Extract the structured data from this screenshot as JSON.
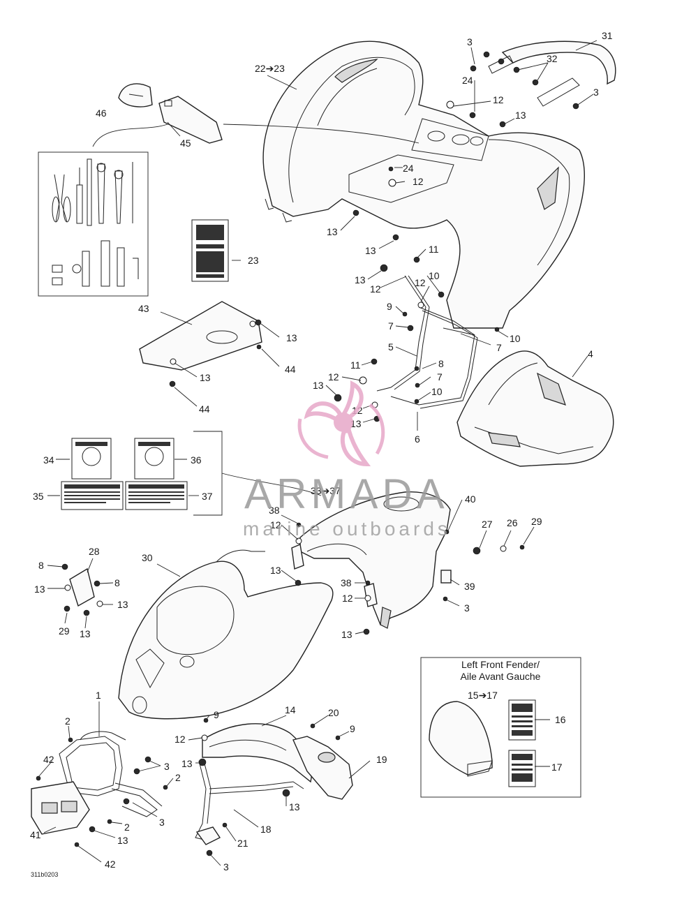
{
  "drawing_code": "311b0203",
  "callouts": [
    {
      "id": "c31",
      "text": "31"
    },
    {
      "id": "c3a",
      "text": "3"
    },
    {
      "id": "c32",
      "text": "32"
    },
    {
      "id": "c2223",
      "text": "22➔23"
    },
    {
      "id": "c24a",
      "text": "24"
    },
    {
      "id": "c3b",
      "text": "3"
    },
    {
      "id": "c12a",
      "text": "12"
    },
    {
      "id": "c13a",
      "text": "13"
    },
    {
      "id": "c46",
      "text": "46"
    },
    {
      "id": "c45",
      "text": "45"
    },
    {
      "id": "c24b",
      "text": "24"
    },
    {
      "id": "c12b",
      "text": "12"
    },
    {
      "id": "c13b",
      "text": "13"
    },
    {
      "id": "c13c",
      "text": "13"
    },
    {
      "id": "c23",
      "text": "23"
    },
    {
      "id": "c11a",
      "text": "11"
    },
    {
      "id": "c13d",
      "text": "13"
    },
    {
      "id": "c10a",
      "text": "10"
    },
    {
      "id": "c12c",
      "text": "12"
    },
    {
      "id": "c12d",
      "text": "12"
    },
    {
      "id": "c9a",
      "text": "9"
    },
    {
      "id": "c7a",
      "text": "7"
    },
    {
      "id": "c10b",
      "text": "10"
    },
    {
      "id": "c43",
      "text": "43"
    },
    {
      "id": "c13e",
      "text": "13"
    },
    {
      "id": "c7b",
      "text": "7"
    },
    {
      "id": "c5",
      "text": "5"
    },
    {
      "id": "c4",
      "text": "4"
    },
    {
      "id": "c44a",
      "text": "44"
    },
    {
      "id": "c13f",
      "text": "13"
    },
    {
      "id": "c11b",
      "text": "11"
    },
    {
      "id": "c8a",
      "text": "8"
    },
    {
      "id": "c12e",
      "text": "12"
    },
    {
      "id": "c7c",
      "text": "7"
    },
    {
      "id": "c13g",
      "text": "13"
    },
    {
      "id": "c10c",
      "text": "10"
    },
    {
      "id": "c44b",
      "text": "44"
    },
    {
      "id": "c12f",
      "text": "12"
    },
    {
      "id": "c13h",
      "text": "13"
    },
    {
      "id": "c6",
      "text": "6"
    },
    {
      "id": "c34",
      "text": "34"
    },
    {
      "id": "c36",
      "text": "36"
    },
    {
      "id": "c35",
      "text": "35"
    },
    {
      "id": "c37",
      "text": "37"
    },
    {
      "id": "c3337",
      "text": "33➔37"
    },
    {
      "id": "c38a",
      "text": "38"
    },
    {
      "id": "c40",
      "text": "40"
    },
    {
      "id": "c12g",
      "text": "12"
    },
    {
      "id": "c27",
      "text": "27"
    },
    {
      "id": "c26",
      "text": "26"
    },
    {
      "id": "c29a",
      "text": "29"
    },
    {
      "id": "c8b",
      "text": "8"
    },
    {
      "id": "c28",
      "text": "28"
    },
    {
      "id": "c30",
      "text": "30"
    },
    {
      "id": "c13i",
      "text": "13"
    },
    {
      "id": "c8c",
      "text": "8"
    },
    {
      "id": "c38b",
      "text": "38"
    },
    {
      "id": "c13j",
      "text": "13"
    },
    {
      "id": "c39",
      "text": "39"
    },
    {
      "id": "c12h",
      "text": "12"
    },
    {
      "id": "c13k",
      "text": "13"
    },
    {
      "id": "c3c",
      "text": "3"
    },
    {
      "id": "c29b",
      "text": "29"
    },
    {
      "id": "c13l",
      "text": "13"
    },
    {
      "id": "c13m",
      "text": "13"
    },
    {
      "id": "c1",
      "text": "1"
    },
    {
      "id": "c14",
      "text": "14"
    },
    {
      "id": "c9b",
      "text": "9"
    },
    {
      "id": "c20",
      "text": "20"
    },
    {
      "id": "c9c",
      "text": "9"
    },
    {
      "id": "c2a",
      "text": "2"
    },
    {
      "id": "c12i",
      "text": "12"
    },
    {
      "id": "c42a",
      "text": "42"
    },
    {
      "id": "c3d",
      "text": "3"
    },
    {
      "id": "c13n",
      "text": "13"
    },
    {
      "id": "c19",
      "text": "19"
    },
    {
      "id": "c2b",
      "text": "2"
    },
    {
      "id": "c3e",
      "text": "3"
    },
    {
      "id": "c13o",
      "text": "13"
    },
    {
      "id": "c2c",
      "text": "2"
    },
    {
      "id": "c41",
      "text": "41"
    },
    {
      "id": "c13p",
      "text": "13"
    },
    {
      "id": "c18",
      "text": "18"
    },
    {
      "id": "c21",
      "text": "21"
    },
    {
      "id": "c42b",
      "text": "42"
    },
    {
      "id": "c3f",
      "text": "3"
    }
  ],
  "inset": {
    "title_line1": "Left Front Fender/",
    "title_line2": "Aile Avant Gauche",
    "callout_range": "15➔17",
    "callout_16": "16",
    "callout_17": "17"
  },
  "watermark": {
    "brand": "ARMADA",
    "tagline": "marine outboards",
    "color": "#e7a8c8",
    "text_color": "#9a9a9a"
  },
  "colors": {
    "ink": "#1a1a1a",
    "watermark_pink": "#e7a8c8"
  }
}
